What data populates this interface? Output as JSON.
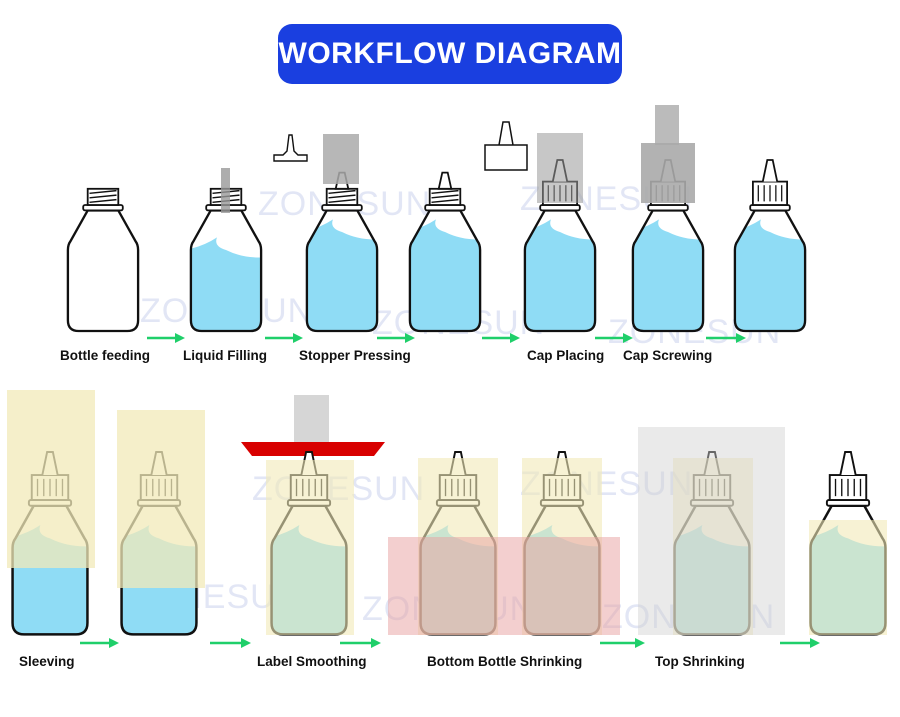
{
  "title": "WORKFLOW DIAGRAM",
  "watermark": "ZONESUN",
  "steps_top": [
    "Bottle feeding",
    "Liquid Filling",
    "Stopper Pressing",
    "Cap Placing",
    "Cap Screwing"
  ],
  "steps_bottom": [
    "Sleeving",
    "Label Smoothing",
    "Bottom Bottle Shrinking",
    "Top Shrinking"
  ],
  "colors": {
    "title_bg": "#1a3fe0",
    "liquid": "#8fdcf5",
    "arrow": "#1fcf6a",
    "sleeve": "#f2eab8",
    "smoothing_press": "#d80000",
    "heater_bottom": "#e8a0a0",
    "heater_top": "#d0d0d0"
  }
}
